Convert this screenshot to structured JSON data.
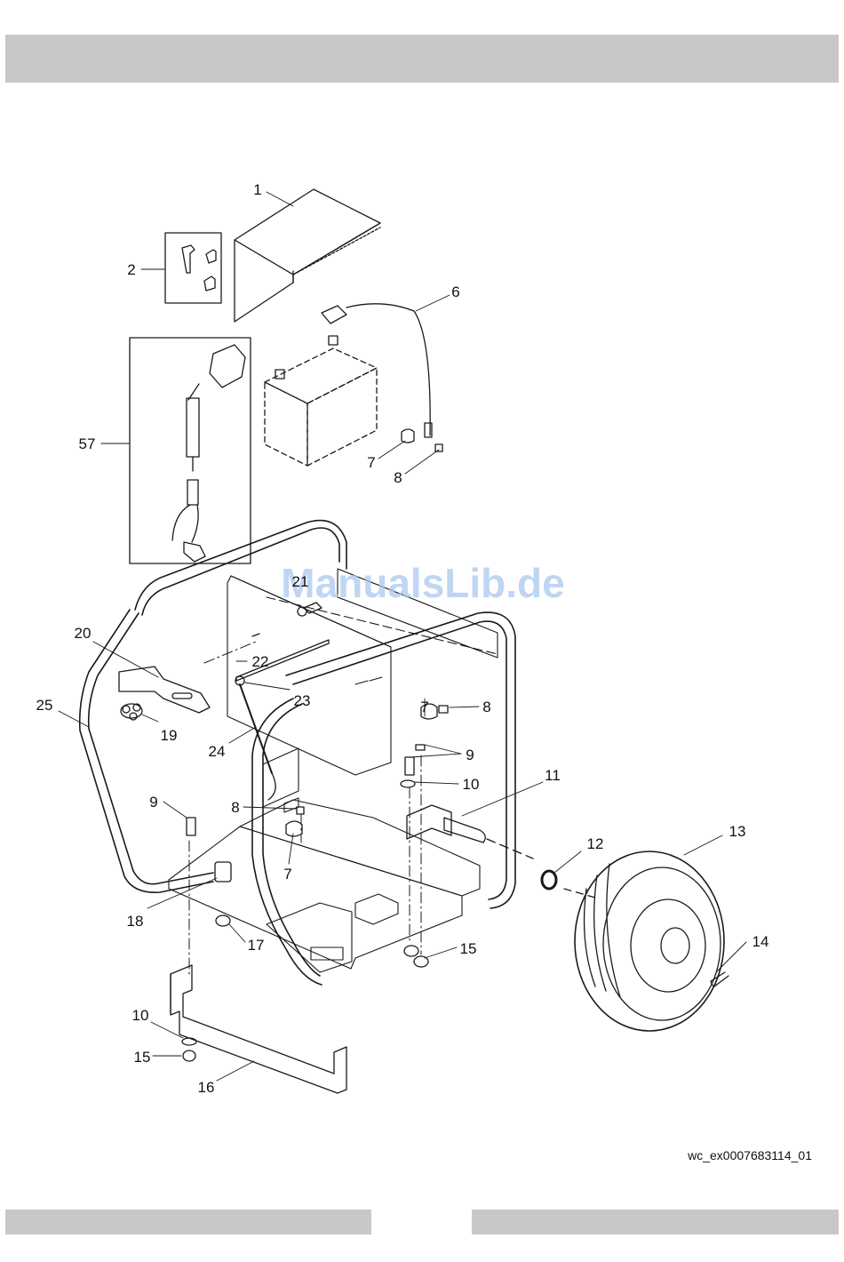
{
  "page": {
    "watermark": "ManualsLib.de",
    "drawing_reference": "wc_ex0007683114_01"
  },
  "callouts": [
    {
      "id": "c1",
      "label": "1"
    },
    {
      "id": "c2",
      "label": "2"
    },
    {
      "id": "c6",
      "label": "6"
    },
    {
      "id": "c57",
      "label": "57"
    },
    {
      "id": "c7a",
      "label": "7"
    },
    {
      "id": "c8a",
      "label": "8"
    },
    {
      "id": "c21",
      "label": "21"
    },
    {
      "id": "c20",
      "label": "20"
    },
    {
      "id": "c22",
      "label": "22"
    },
    {
      "id": "c23",
      "label": "23"
    },
    {
      "id": "c25",
      "label": "25"
    },
    {
      "id": "c19",
      "label": "19"
    },
    {
      "id": "c24",
      "label": "24"
    },
    {
      "id": "c7b",
      "label": "7"
    },
    {
      "id": "c8b",
      "label": "8"
    },
    {
      "id": "c9a",
      "label": "9"
    },
    {
      "id": "c10a",
      "label": "10"
    },
    {
      "id": "c11",
      "label": "11"
    },
    {
      "id": "c9b",
      "label": "9"
    },
    {
      "id": "c8c",
      "label": "8"
    },
    {
      "id": "c7c",
      "label": "7"
    },
    {
      "id": "c13",
      "label": "13"
    },
    {
      "id": "c12",
      "label": "12"
    },
    {
      "id": "c18",
      "label": "18"
    },
    {
      "id": "c17",
      "label": "17"
    },
    {
      "id": "c15a",
      "label": "15"
    },
    {
      "id": "c14",
      "label": "14"
    },
    {
      "id": "c10b",
      "label": "10"
    },
    {
      "id": "c15b",
      "label": "15"
    },
    {
      "id": "c16",
      "label": "16"
    }
  ]
}
